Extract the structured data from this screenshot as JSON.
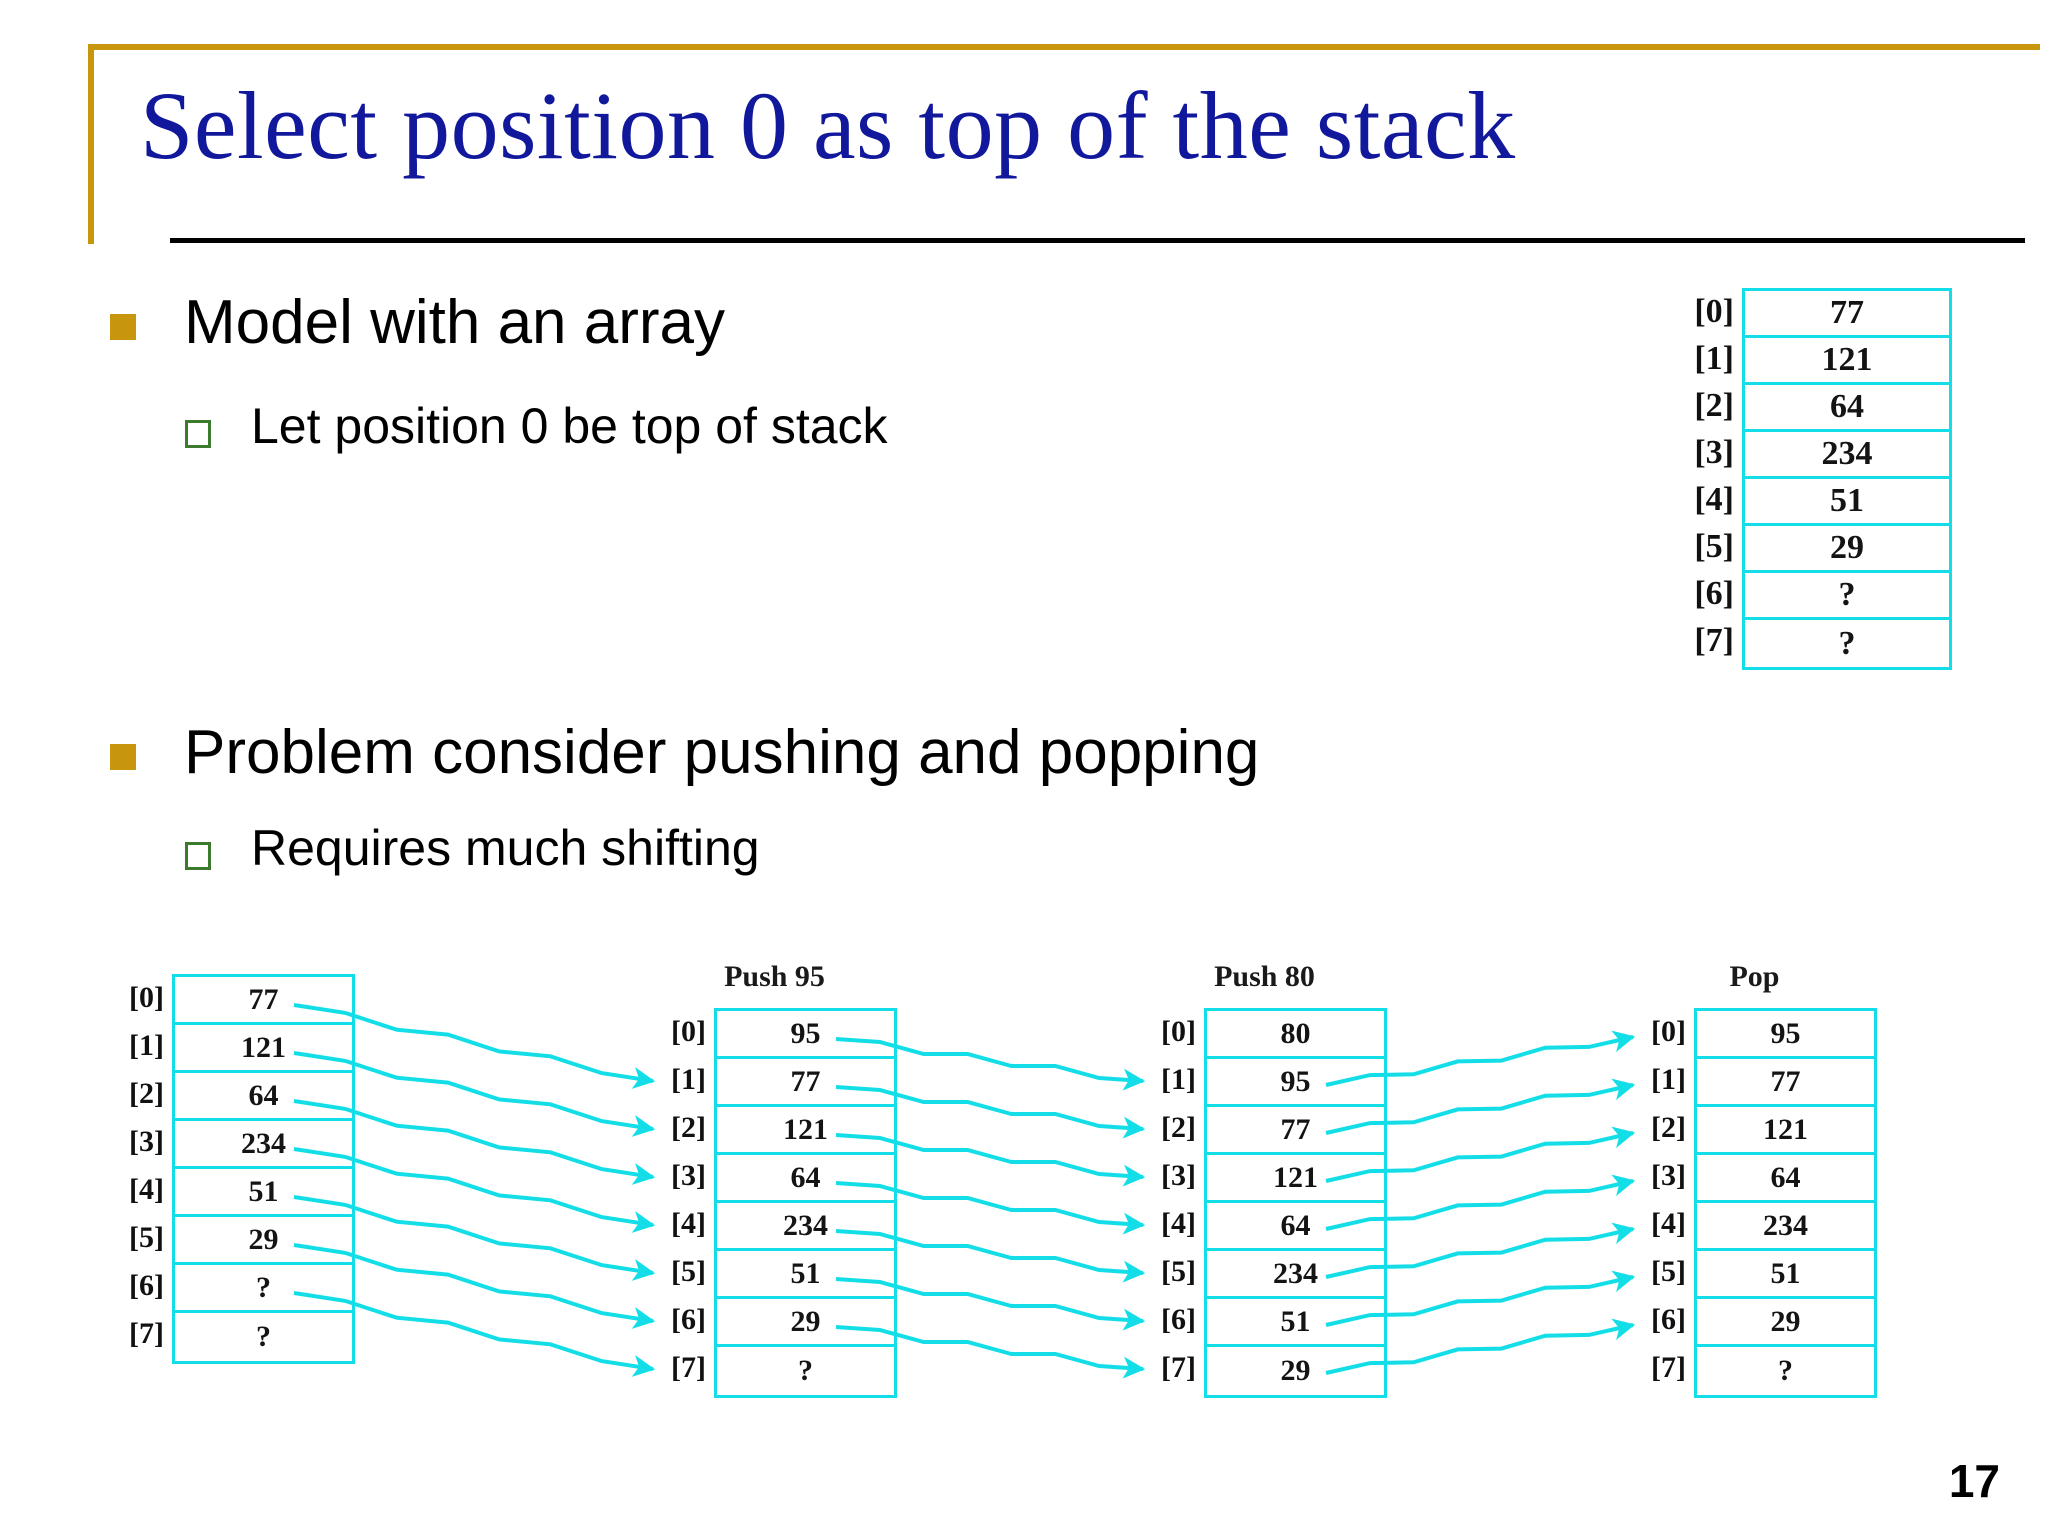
{
  "slide": {
    "title": "Select position 0 as top of the stack",
    "page_number": "17",
    "accent_gold": "#C8960C",
    "title_color": "#11189C",
    "array_border_color": "#13DEE8",
    "sub_bullet_color": "#3C7A2E"
  },
  "bullets": [
    {
      "level": 1,
      "text": "Model with an array"
    },
    {
      "level": 2,
      "text": "Let position 0 be top of stack"
    },
    {
      "level": 1,
      "text": "Problem  consider pushing and popping"
    },
    {
      "level": 2,
      "text": "Requires much shifting"
    }
  ],
  "array_top_right": {
    "title": "",
    "indices": [
      "[0]",
      "[1]",
      "[2]",
      "[3]",
      "[4]",
      "[5]",
      "[6]",
      "[7]"
    ],
    "values": [
      "77",
      "121",
      "64",
      "234",
      "51",
      "29",
      "?",
      "?"
    ]
  },
  "sequence": {
    "indices": [
      "[0]",
      "[1]",
      "[2]",
      "[3]",
      "[4]",
      "[5]",
      "[6]",
      "[7]"
    ],
    "columns": [
      {
        "title": "",
        "values": [
          "77",
          "121",
          "64",
          "234",
          "51",
          "29",
          "?",
          "?"
        ]
      },
      {
        "title": "Push 95",
        "values": [
          "95",
          "77",
          "121",
          "64",
          "234",
          "51",
          "29",
          "?"
        ]
      },
      {
        "title": "Push 80",
        "values": [
          "80",
          "95",
          "77",
          "121",
          "64",
          "234",
          "51",
          "29"
        ]
      },
      {
        "title": "Pop",
        "values": [
          "95",
          "77",
          "121",
          "64",
          "234",
          "51",
          "29",
          "?"
        ]
      }
    ]
  }
}
